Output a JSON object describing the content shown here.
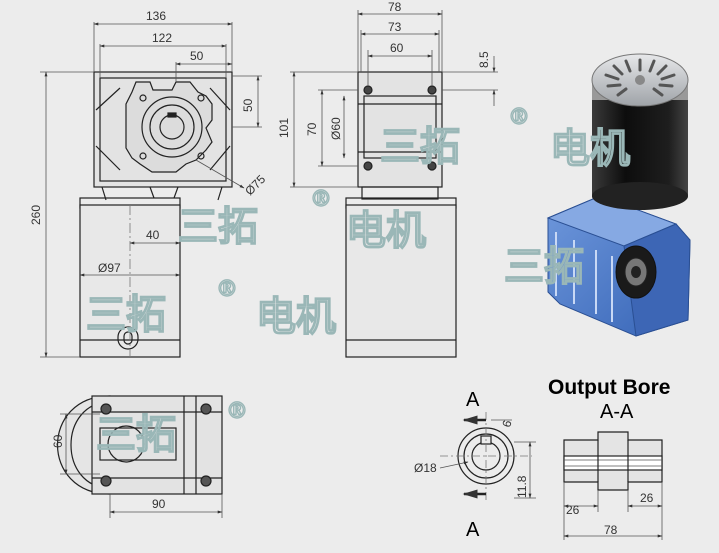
{
  "title": "Output Bore",
  "section_label": "A-A",
  "cut_label_top": "A",
  "cut_label_bottom": "A",
  "watermark_brand": "三拓",
  "watermark_product": "电机",
  "watermark_mark": "®",
  "dims": {
    "front_w136": "136",
    "front_w122": "122",
    "front_w50": "50",
    "front_h50": "50",
    "front_d75": "Ø75",
    "front_h260": "260",
    "front_40": "40",
    "front_d97": "Ø97",
    "side_w78": "78",
    "side_w73": "73",
    "side_w60": "60",
    "side_h8_5": "8.5",
    "side_h101": "101",
    "side_h70": "70",
    "side_d60": "Ø60",
    "bottom_h60": "60",
    "bottom_w90": "90",
    "bore_6": "6",
    "bore_d18": "Ø18",
    "bore_11_8": "11.8",
    "sec_26a": "26",
    "sec_26b": "26",
    "sec_78": "78"
  },
  "colors": {
    "background": "#ececec",
    "line": "#222222",
    "dim_line": "#555555",
    "watermark": "#9ab7b7",
    "gearbox_blue": "#4a78c8",
    "motor_black": "#151515",
    "motor_cap": "#b9bcc0"
  }
}
